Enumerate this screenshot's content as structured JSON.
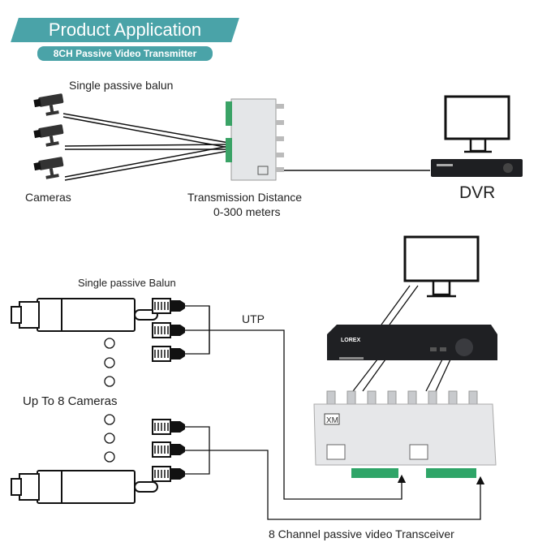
{
  "header": {
    "title": "Product Application",
    "subtitle": "8CH Passive Video Transmitter",
    "accent_color": "#4aa3a8"
  },
  "top_diagram": {
    "balun_label": "Single passive balun",
    "cameras_label": "Cameras",
    "distance_label": "Transmission Distance",
    "distance_value": "0-300 meters",
    "dvr_label": "DVR"
  },
  "bottom_diagram": {
    "balun_label": "Single passive Balun",
    "utp_label": "UTP",
    "cameras_label": "Up To 8 Cameras",
    "transceiver_label": "8 Channel passive video Transceiver",
    "dvr_brand": "LOREX",
    "box_logo": "XM"
  }
}
